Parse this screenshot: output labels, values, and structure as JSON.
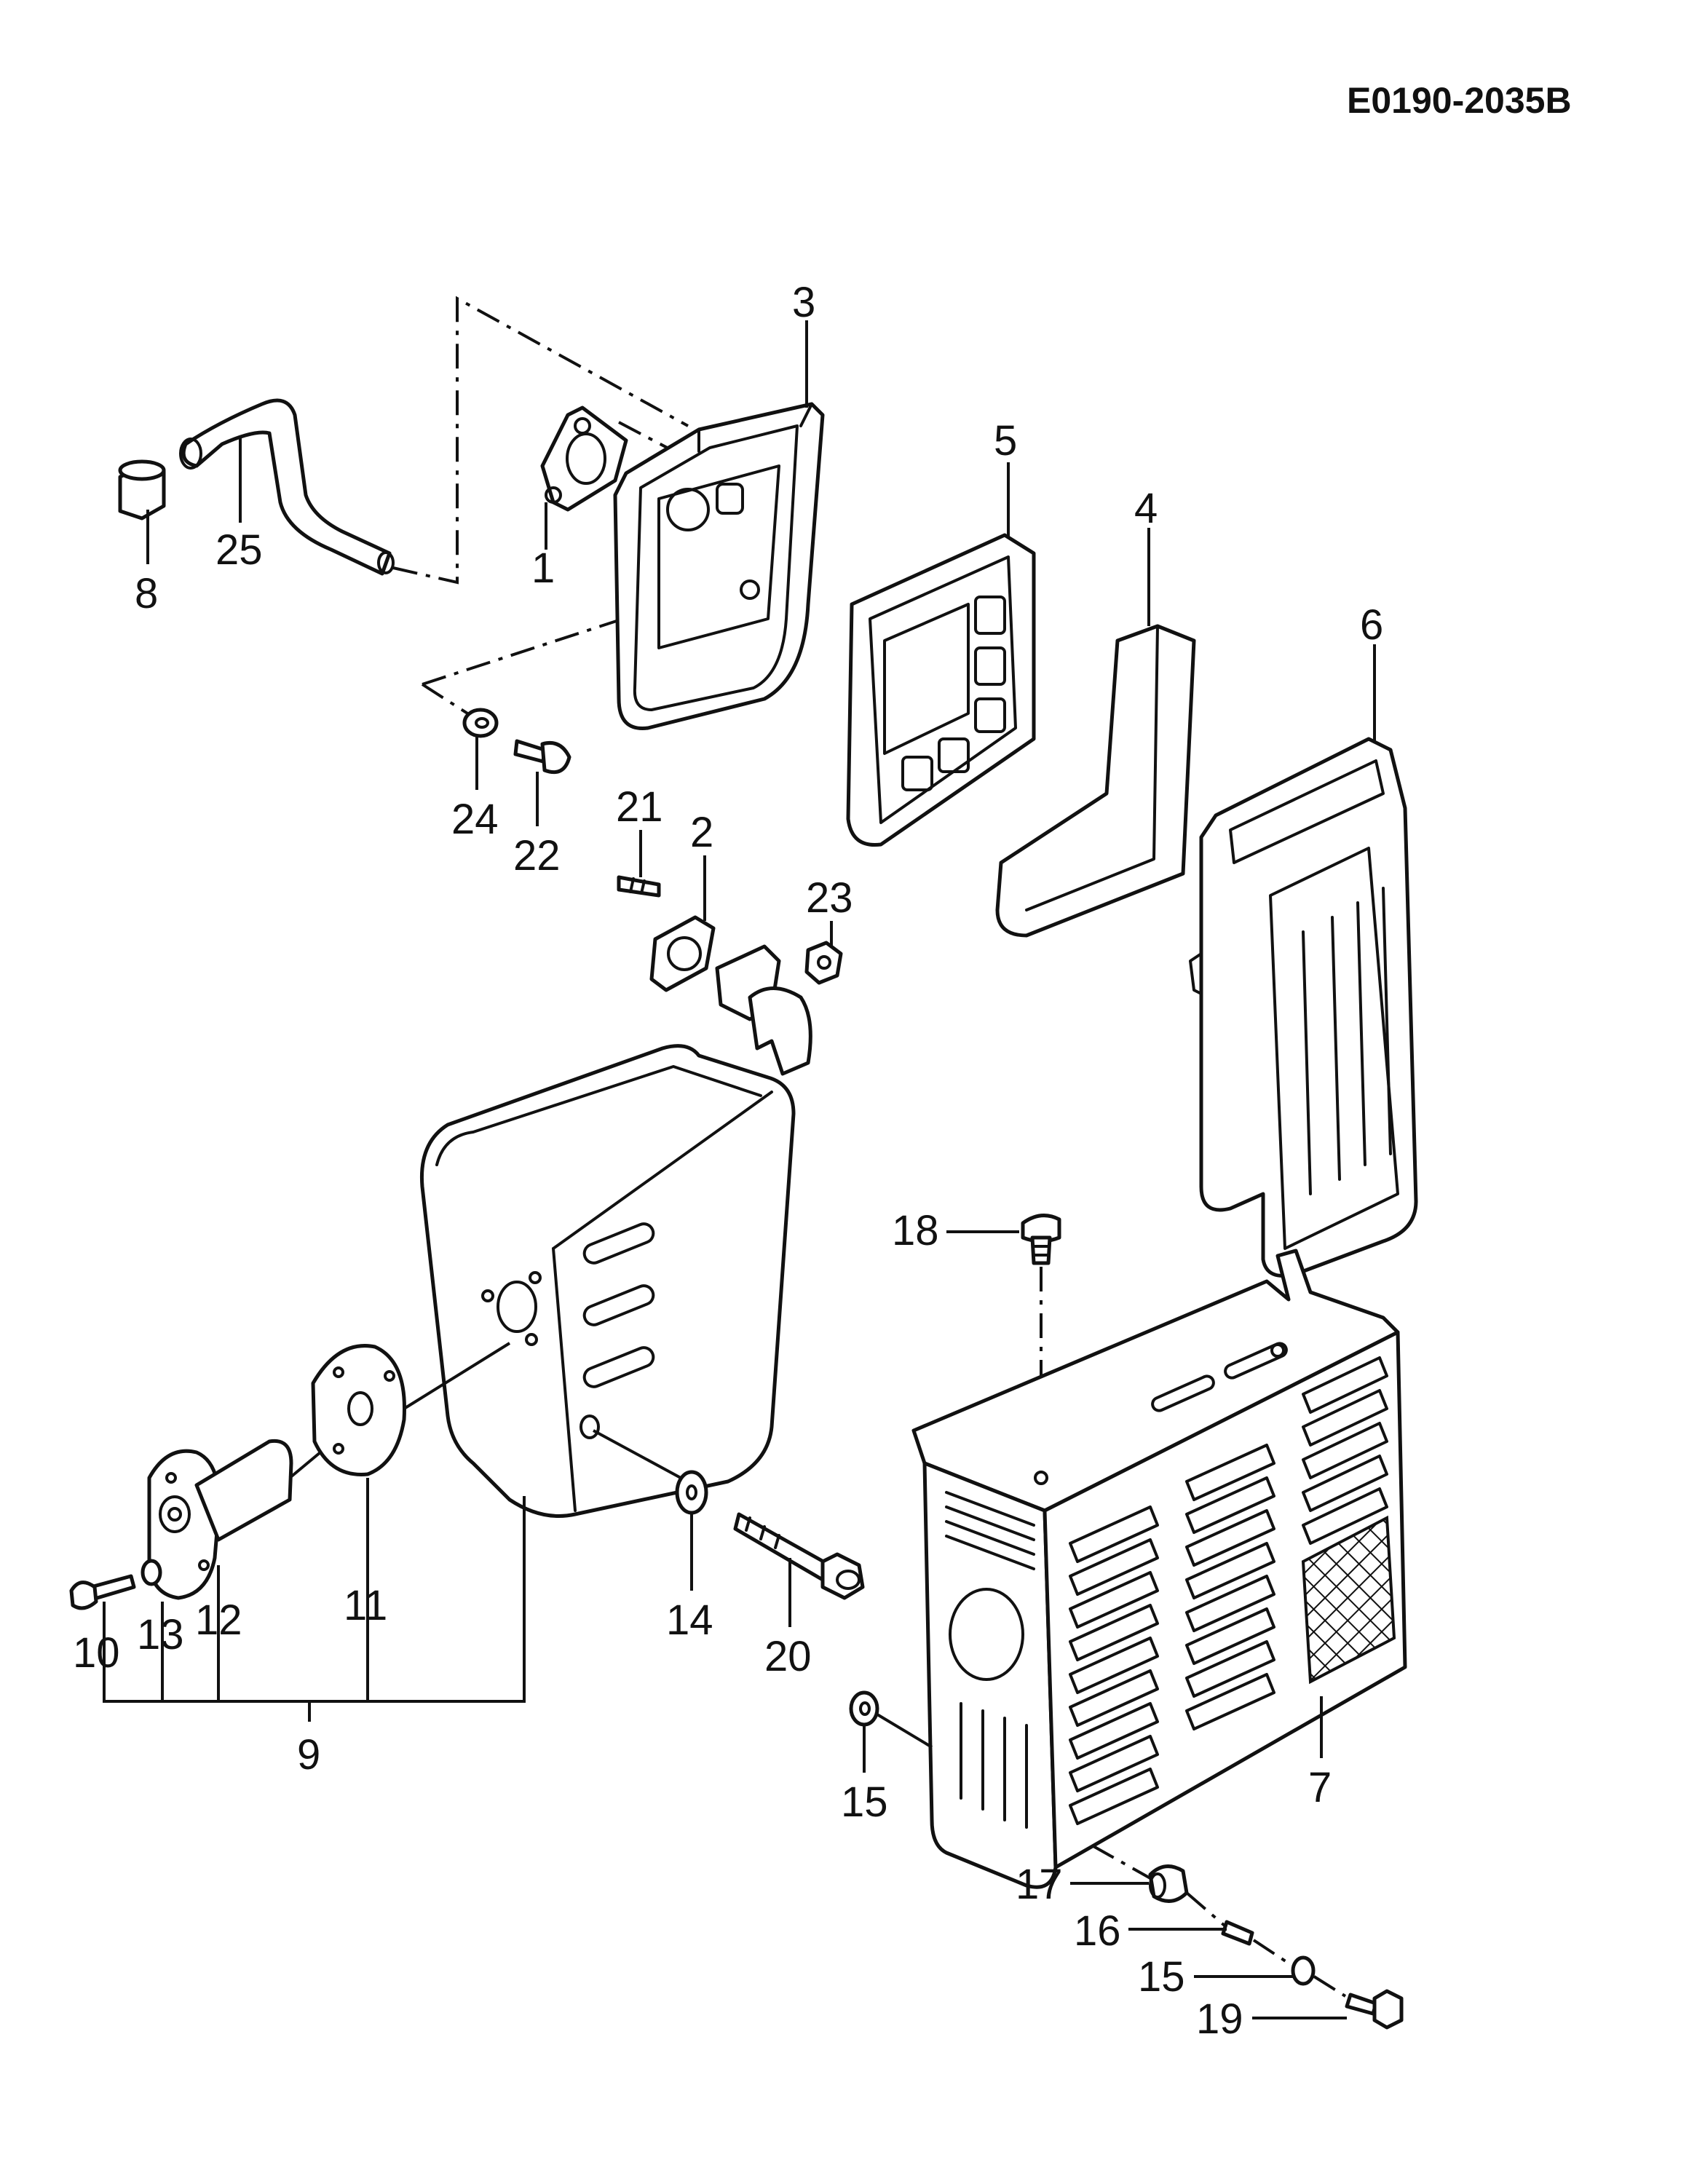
{
  "diagram": {
    "code": "E0190-2035B",
    "callouts": [
      {
        "id": "1",
        "text": "1"
      },
      {
        "id": "2",
        "text": "2"
      },
      {
        "id": "3",
        "text": "3"
      },
      {
        "id": "4",
        "text": "4"
      },
      {
        "id": "5",
        "text": "5"
      },
      {
        "id": "6",
        "text": "6"
      },
      {
        "id": "7",
        "text": "7"
      },
      {
        "id": "8",
        "text": "8"
      },
      {
        "id": "9",
        "text": "9"
      },
      {
        "id": "10",
        "text": "10"
      },
      {
        "id": "11",
        "text": "11"
      },
      {
        "id": "12",
        "text": "12"
      },
      {
        "id": "13",
        "text": "13"
      },
      {
        "id": "14",
        "text": "14"
      },
      {
        "id": "15a",
        "text": "15"
      },
      {
        "id": "15b",
        "text": "15"
      },
      {
        "id": "16",
        "text": "16"
      },
      {
        "id": "17",
        "text": "17"
      },
      {
        "id": "18",
        "text": "18"
      },
      {
        "id": "19",
        "text": "19"
      },
      {
        "id": "20",
        "text": "20"
      },
      {
        "id": "21",
        "text": "21"
      },
      {
        "id": "22",
        "text": "22"
      },
      {
        "id": "23",
        "text": "23"
      },
      {
        "id": "24",
        "text": "24"
      },
      {
        "id": "25",
        "text": "25"
      }
    ]
  }
}
